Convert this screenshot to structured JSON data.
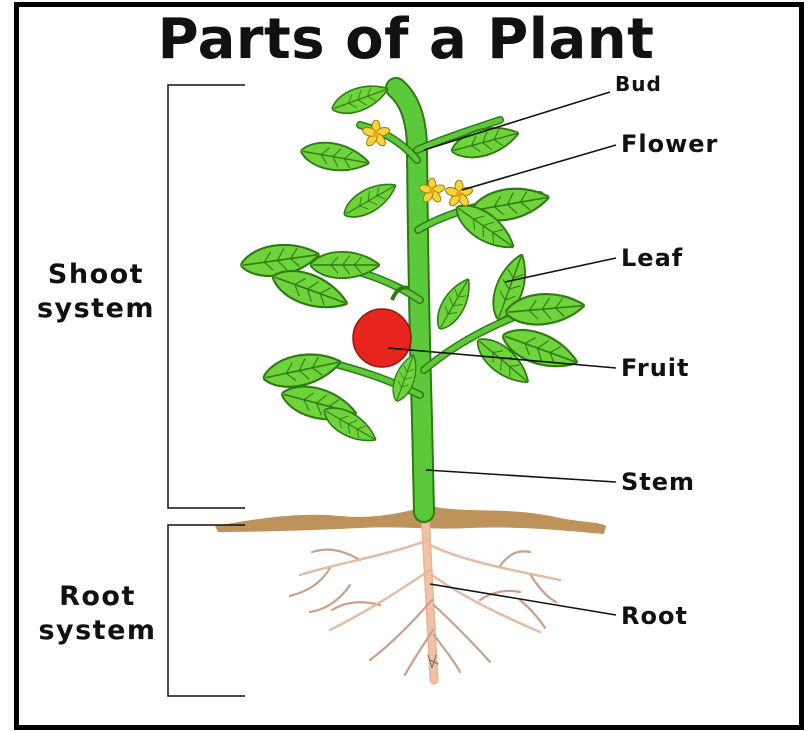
{
  "title": "Parts of a Plant",
  "systems": {
    "shoot": [
      "Shoot",
      "system"
    ],
    "root": [
      "Root",
      "system"
    ]
  },
  "labels": {
    "bud": "Bud",
    "flower": "Flower",
    "leaf": "Leaf",
    "fruit": "Fruit",
    "stem": "Stem",
    "root": "Root"
  },
  "colors": {
    "leaf": "#6fd43c",
    "leaf_dark": "#3f9a1e",
    "stem": "#5cc93a",
    "flower": "#f7d53a",
    "fruit": "#e8251c",
    "soil": "#b78649",
    "root": "#f2c2a6"
  }
}
